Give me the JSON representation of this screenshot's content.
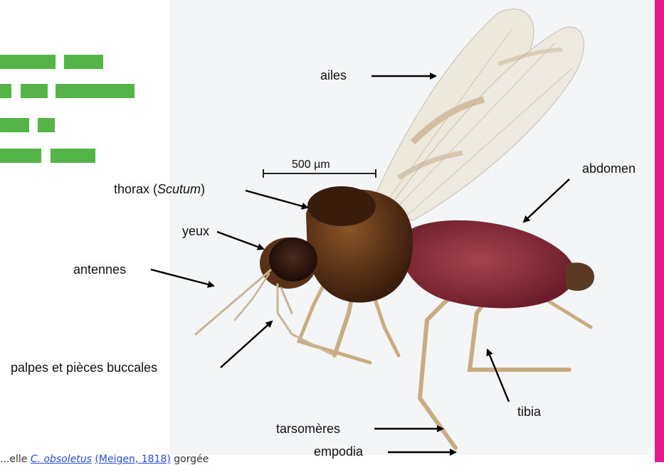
{
  "labels": {
    "wings": "ailes",
    "thorax_prefix": "thorax (",
    "thorax_term": "Scutum",
    "thorax_suffix": ")",
    "eyes": "yeux",
    "antennae": "antennes",
    "mouthparts": "palpes et pièces buccales",
    "abdomen": "abdomen",
    "tibia": "tibia",
    "tarsomeres": "tarsomères",
    "empodia": "empodia"
  },
  "scale_bar": {
    "label": "500 µm"
  },
  "caption": {
    "prefix": "...elle ",
    "species": "C. obsoletus",
    "authority": "(Meigen, 1818)",
    "suffix": " gorgée"
  },
  "colors": {
    "decor_green": "#55b447",
    "side_stripe": "#e8198b",
    "photo_background": "#f3f5f7",
    "abdomen": "#7a2630",
    "thorax": "#5a3218"
  }
}
